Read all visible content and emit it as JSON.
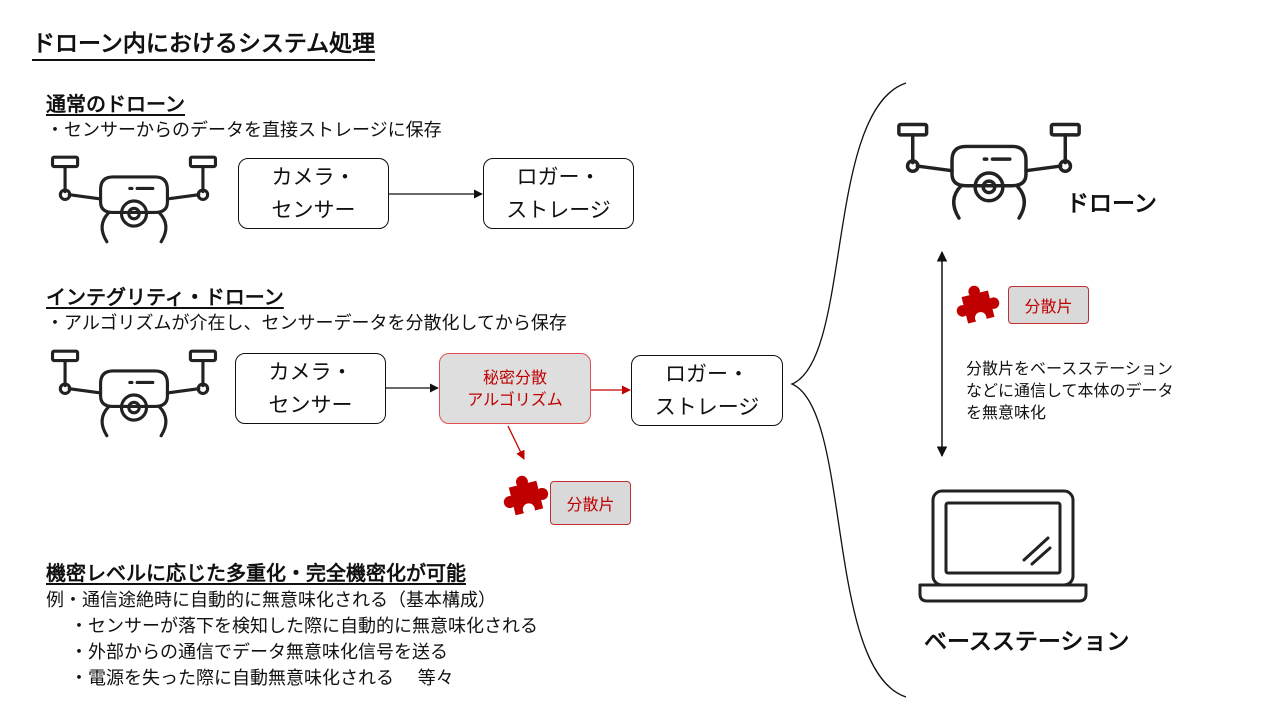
{
  "title": "ドローン内におけるシステム処理",
  "normal": {
    "heading": "通常のドローン",
    "desc": "・センサーからのデータを直接ストレージに保存",
    "camera_box": "カメラ・\nセンサー",
    "logger_box": "ロガー・\nストレージ"
  },
  "integrity": {
    "heading": "インテグリティ・ドローン",
    "desc": "・アルゴリズムが介在し、センサーデータを分散化してから保存",
    "camera_box": "カメラ・\nセンサー",
    "algo_box": "秘密分散\nアルゴリズム",
    "logger_box": "ロガー・\nストレージ",
    "fragment": "分散片"
  },
  "multi": {
    "heading": "機密レベルに応じた多重化・完全機密化が可能",
    "lines": [
      "例・通信途絶時に自動的に無意味化される（基本構成）",
      "・センサーが落下を検知した際に自動的に無意味化される",
      "・外部からの通信でデータ無意味化信号を送る",
      "・電源を失った際に自動無意味化される　 等々"
    ]
  },
  "right": {
    "drone_label": "ドローン",
    "fragment": "分散片",
    "note": "分散片をベースステーション\nなどに通信して本体のデータ\nを無意味化",
    "station_label": "ベースステーション"
  },
  "colors": {
    "accent_red": "#c00000",
    "fragment_fill": "#d9d9d9",
    "stroke": "#111111"
  },
  "icons": [
    "drone-icon",
    "puzzle-piece-icon",
    "laptop-icon",
    "brace-icon",
    "arrow-icon"
  ]
}
